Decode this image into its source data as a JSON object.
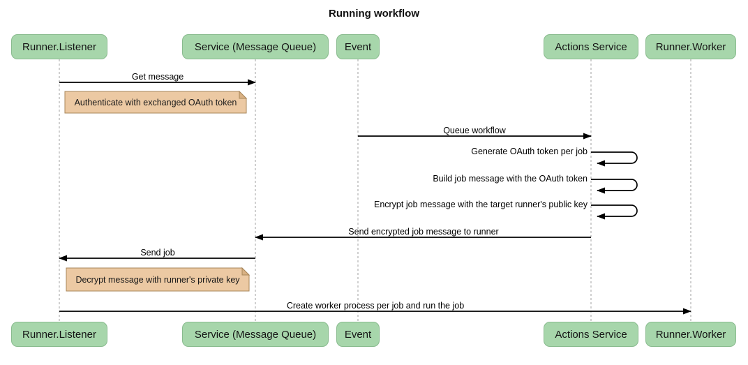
{
  "title": "Running workflow",
  "actors": [
    {
      "label": "Runner.Listener"
    },
    {
      "label": "Service (Message Queue)"
    },
    {
      "label": "Event"
    },
    {
      "label": "Actions Service"
    },
    {
      "label": "Runner.Worker"
    }
  ],
  "messages": [
    {
      "label": "Get message",
      "from": "Runner.Listener",
      "to": "Service (Message Queue)"
    },
    {
      "label": "Queue workflow",
      "from": "Event",
      "to": "Actions Service"
    },
    {
      "label": "Generate OAuth token per job",
      "from": "Actions Service",
      "to": "Actions Service"
    },
    {
      "label": "Build job message with the OAuth token",
      "from": "Actions Service",
      "to": "Actions Service"
    },
    {
      "label": "Encrypt job message with the target runner's public key",
      "from": "Actions Service",
      "to": "Actions Service"
    },
    {
      "label": "Send encrypted job message to runner",
      "from": "Actions Service",
      "to": "Service (Message Queue)"
    },
    {
      "label": "Send job",
      "from": "Service (Message Queue)",
      "to": "Runner.Listener"
    },
    {
      "label": "Create worker process per job and run the job",
      "from": "Runner.Listener",
      "to": "Runner.Worker"
    }
  ],
  "notes": [
    {
      "text": "Authenticate with exchanged OAuth token",
      "over": "Runner.Listener"
    },
    {
      "text": "Decrypt message with runner's private key",
      "over": "Runner.Listener"
    }
  ],
  "colors": {
    "actor_fill": "#a7d6ab",
    "actor_border": "#89bb8e",
    "note_fill": "#ecc9a3",
    "note_border": "#a8865a",
    "note_fold": "#d9b183",
    "lifeline": "#a0a0a0",
    "arrow": "#000000",
    "background": "#ffffff",
    "text": "#000000"
  }
}
